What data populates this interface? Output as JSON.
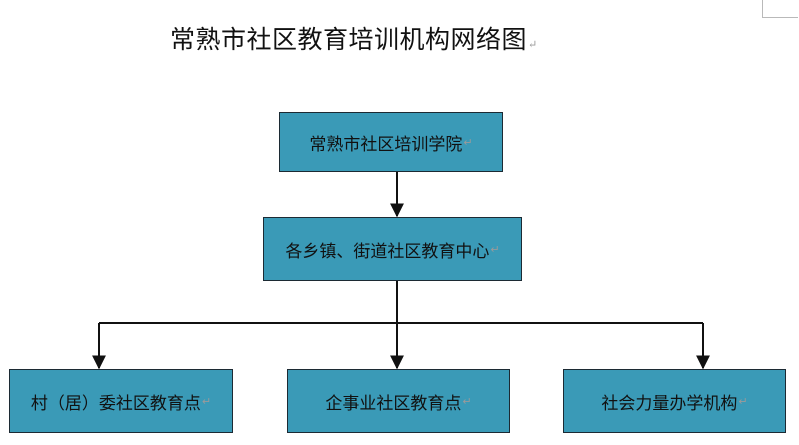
{
  "title": "常熟市社区教育培训机构网络图",
  "para_mark": "↵",
  "nodes": {
    "root": "常熟市社区培训学院",
    "middle": "各乡镇、街道社区教育中心",
    "left": "村（居）委社区教育点",
    "center": "企事业社区教育点",
    "right": "社会力量办学机构"
  },
  "colors": {
    "box_fill": "#3a9ab7",
    "box_border": "#1c2a33",
    "connector": "#111111"
  }
}
